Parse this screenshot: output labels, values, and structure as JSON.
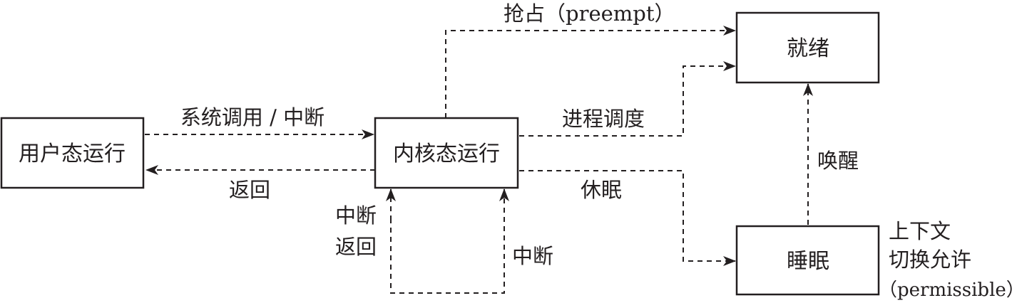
{
  "nodes": {
    "user_mode": "用户态运行",
    "kernel_mode": "内核态运行",
    "ready": "就绪",
    "sleep": "睡眠"
  },
  "edges": {
    "syscall_interrupt": "系统调用 / 中断",
    "return": "返回",
    "preempt_cn": "抢占",
    "preempt_en": "（preempt）",
    "schedule": "进程调度",
    "sleep": "休眠",
    "wakeup": "唤醒",
    "interrupt_return_line1": "中断",
    "interrupt_return_line2": "返回",
    "interrupt": "中断"
  },
  "notes": {
    "context_switch_line1": "上下文",
    "context_switch_line2": "切换允许",
    "context_switch_line3": "（permissible）"
  }
}
